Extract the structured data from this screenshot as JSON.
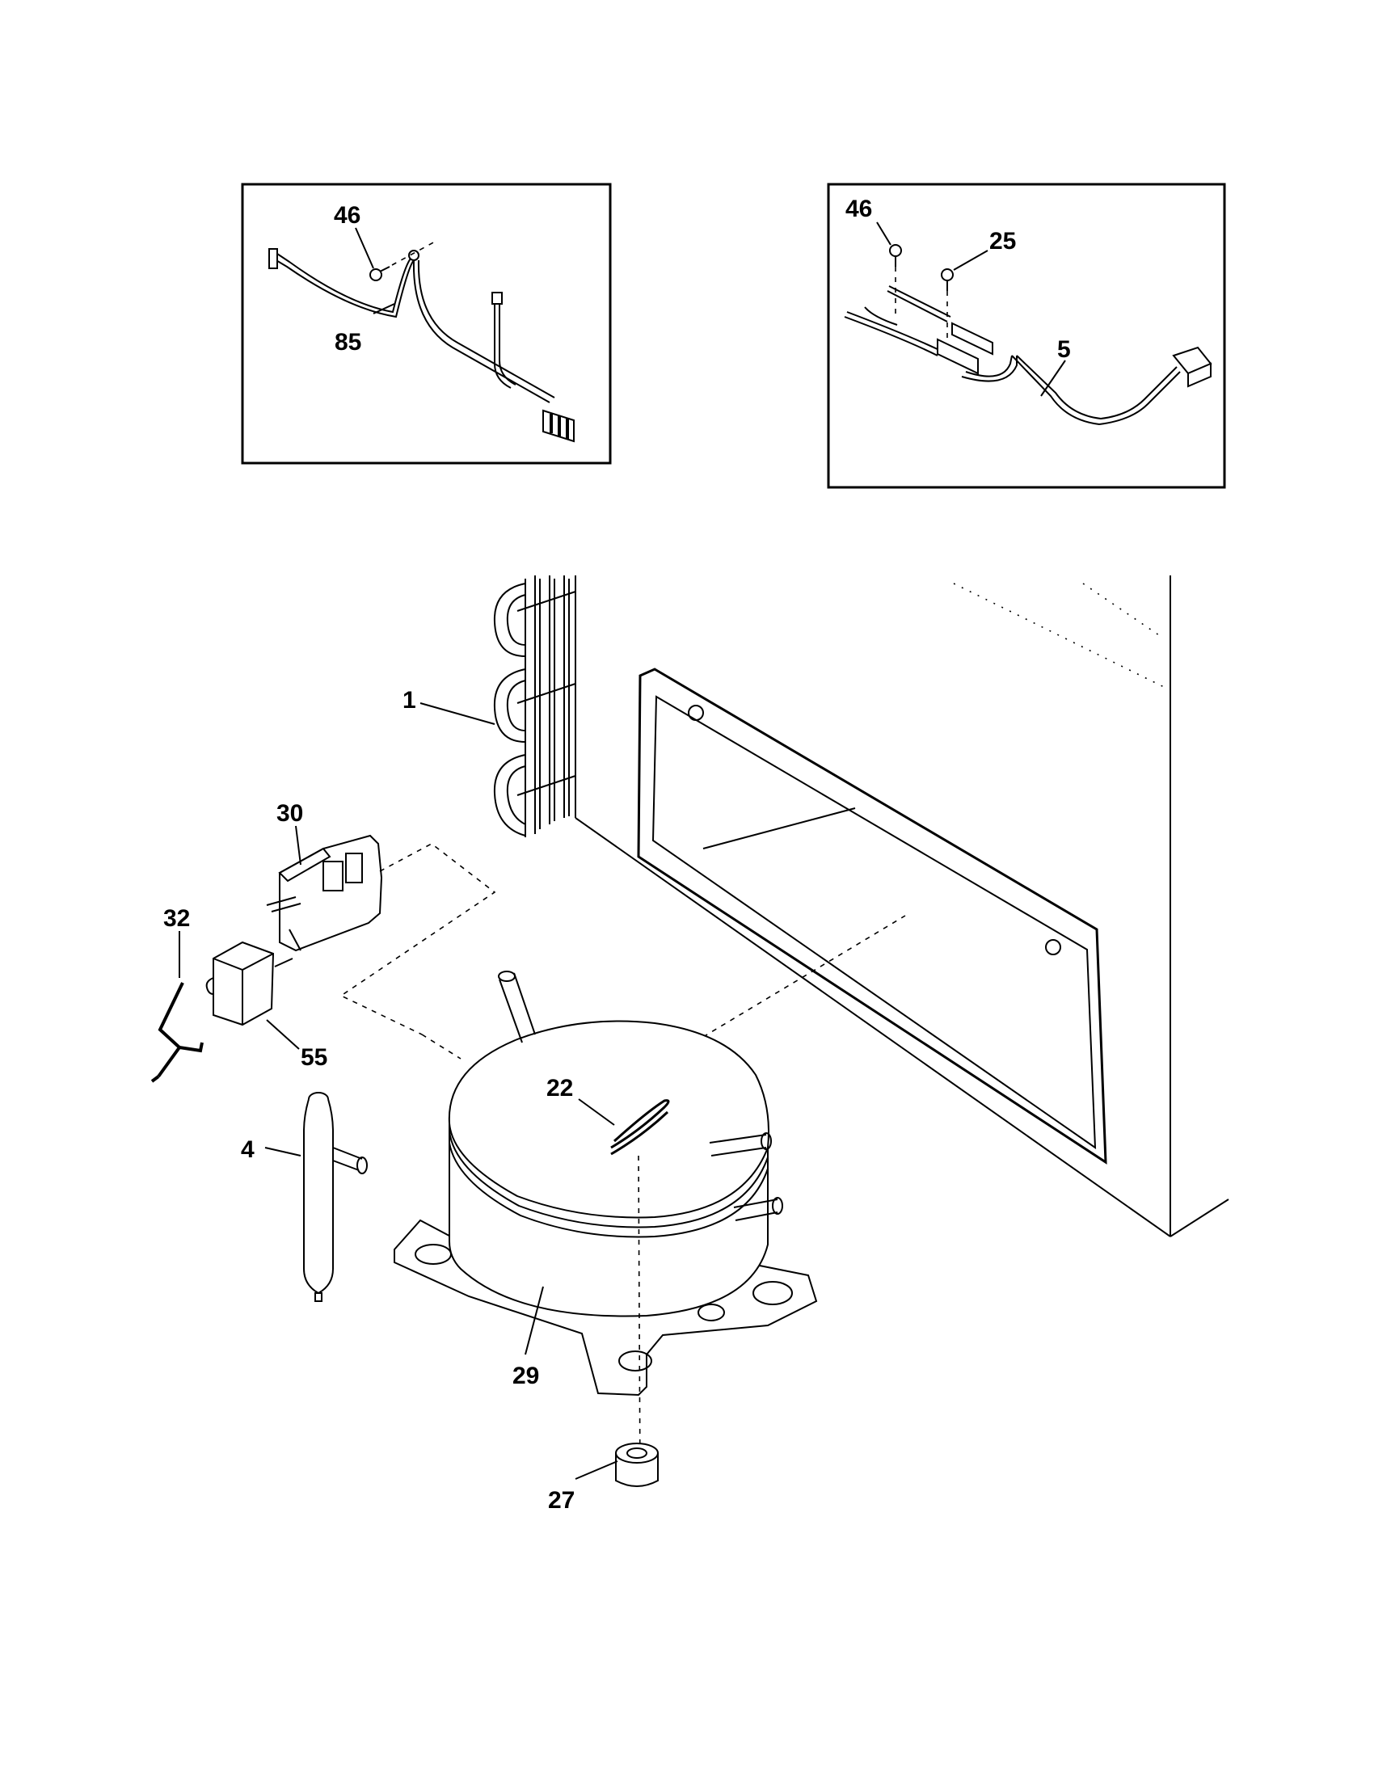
{
  "colors": {
    "ink": "#000000",
    "paper": "#ffffff"
  },
  "labels": {
    "inset_left": {
      "screw": "46",
      "harness": "85"
    },
    "inset_right": {
      "screw_a": "46",
      "screw_b": "25",
      "harness": "5"
    },
    "main": {
      "condenser": "1",
      "relay": "30",
      "clip": "32",
      "overload": "55",
      "drier": "4",
      "compressor_clip": "22",
      "compressor": "29",
      "grommet": "27"
    }
  }
}
